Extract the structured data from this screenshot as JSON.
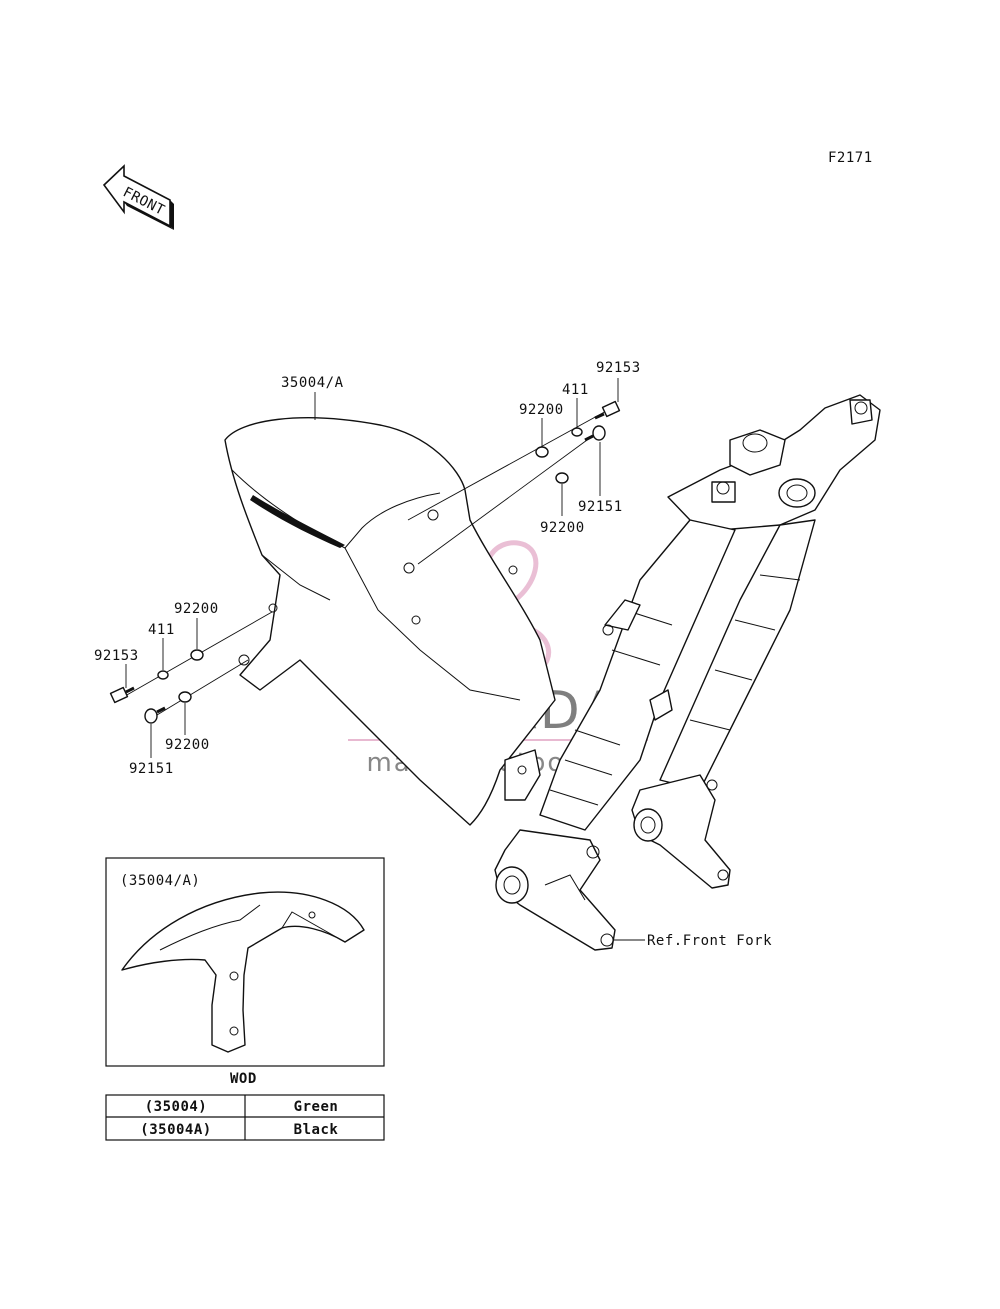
{
  "figure_code": "F2171",
  "front_arrow_text": "FRONT",
  "callouts": {
    "fender": "35004/A",
    "bolt_top_right": "92153",
    "washer_411_right": "411",
    "washer_92200_right_upper": "92200",
    "screw_right": "92151",
    "washer_92200_right_lower": "92200",
    "washer_92200_left_upper": "92200",
    "washer_411_left": "411",
    "bolt_left": "92153",
    "washer_92200_left_lower": "92200",
    "screw_left": "92151",
    "fork_ref": "Ref.Front Fork"
  },
  "inset": {
    "title": "(35004/A)",
    "caption": "WOD"
  },
  "color_table": {
    "rows": [
      {
        "part": "(35004)",
        "color": "Green"
      },
      {
        "part": "(35004A)",
        "color": "Black"
      }
    ]
  },
  "watermark": {
    "brand": "ARMADA",
    "tagline": "marine outboards",
    "color": "#d98cb3"
  }
}
